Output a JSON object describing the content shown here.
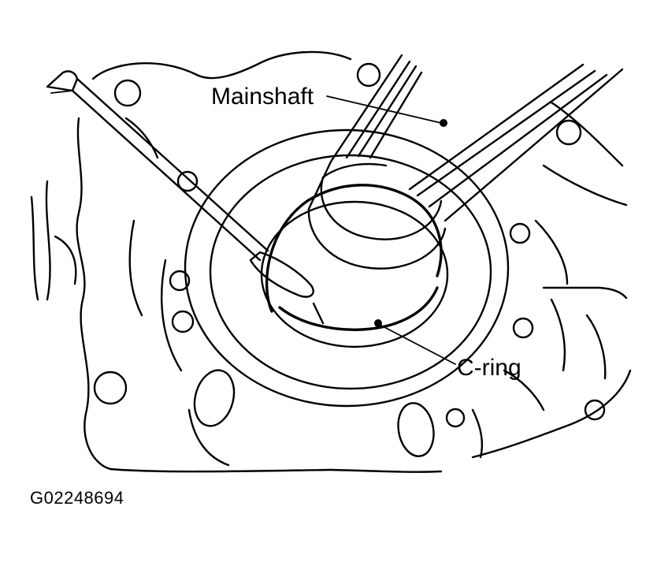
{
  "labels": {
    "mainshaft": "Mainshaft",
    "c_ring": "C-ring"
  },
  "figure_code": "G02248694"
}
